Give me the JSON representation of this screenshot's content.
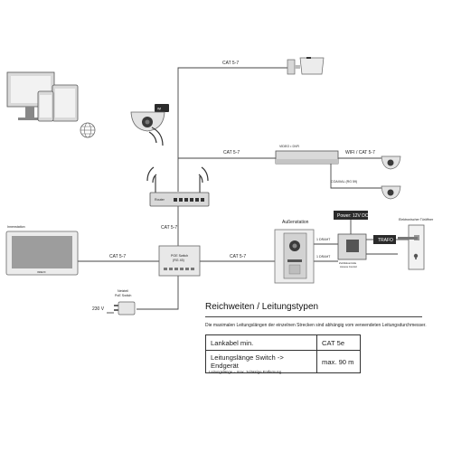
{
  "labels": {
    "cat_top": "CAT 5-7",
    "cat_mid": "CAT 5-7",
    "router": "Router",
    "nvr": "VIDEO • DVR",
    "wifi_cat": "WIFI / CAT 5-7",
    "coaxial": "COAXIAL (RG 59)",
    "cat_router_poe": "CAT 5-7",
    "innenstation": "Innenstation",
    "cat_left": "CAT 5-7",
    "poe_switch_line1": "POE Switch",
    "poe_switch_line2": "(RG 45)",
    "cat_right": "CAT 5-7",
    "aussenstation": "Außenstation",
    "power": "Power: 12V DC",
    "drath1": "1 DRAHT",
    "drath2": "1 DRAHT",
    "trafo": "TRAFO",
    "tueroeffner": "Elektronischer Türöffner",
    "zutritt_line1": "Zutrittskontrolle",
    "zutritt_line2": "Access Control",
    "netzteil_line1": "Netzteil",
    "netzteil_line2": "PoE Switch",
    "volt": "230 V",
    "wifi_badge": "Wi",
    "monitor_brand": "INDEXX"
  },
  "section": {
    "title": "Reichweiten / Leitungstypen",
    "description": "Die maximalen Leitungslängen der einzelnen Strecken sind abhängig vom verwendeten Leitungsdurchmesser."
  },
  "table": {
    "rows": [
      [
        "Lankabel min.",
        "CAT 5e"
      ],
      [
        "Leitungslänge Switch -> Endgerät",
        "max. 90 m"
      ]
    ]
  },
  "footnote": "Leitungslänge = max. zulässige Entfernung"
}
